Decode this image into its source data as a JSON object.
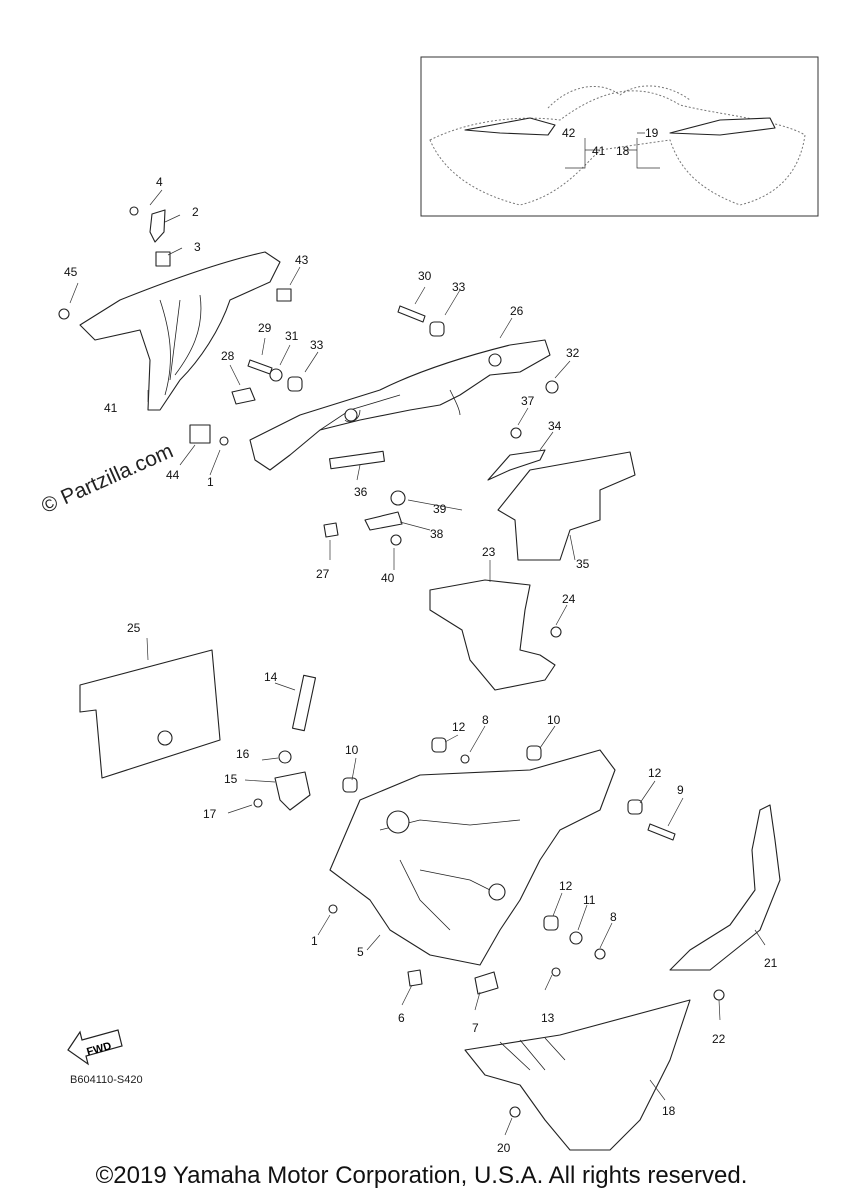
{
  "watermark": "© Partzilla.com",
  "copyright": "©2019 Yamaha Motor Corporation, U.S.A. All rights reserved.",
  "diagram_code": "B604110-S420",
  "fwd_label": "FWD",
  "inset": {
    "labels": [
      "42",
      "41",
      "18",
      "19"
    ]
  },
  "callouts": [
    "4",
    "2",
    "3",
    "45",
    "43",
    "30",
    "33",
    "26",
    "29",
    "31",
    "33",
    "28",
    "32",
    "37",
    "41",
    "44",
    "1",
    "36",
    "34",
    "39",
    "38",
    "27",
    "40",
    "35",
    "23",
    "24",
    "25",
    "14",
    "12",
    "8",
    "10",
    "16",
    "15",
    "17",
    "10",
    "12",
    "9",
    "12",
    "11",
    "8",
    "1",
    "5",
    "6",
    "7",
    "13",
    "22",
    "21",
    "18",
    "20"
  ]
}
